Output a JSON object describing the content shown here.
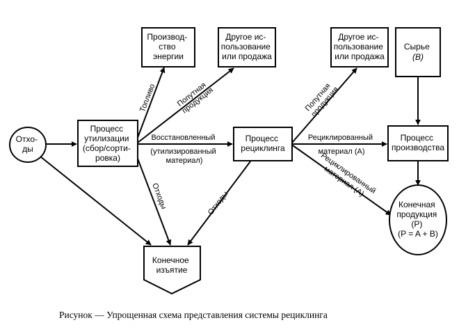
{
  "nodes": {
    "waste": [
      "Отхо-",
      "ды"
    ],
    "util": [
      "Процесс",
      "утилизации",
      "(сбор/сорти-",
      "ровка)"
    ],
    "energy": [
      "Производ-",
      "ство",
      "энергии"
    ],
    "other1": [
      "Другое ис-",
      "пользование",
      "или продажа"
    ],
    "recycle": [
      "Процесс",
      "рециклинга"
    ],
    "other2": [
      "Другое ис-",
      "пользование",
      "или продажа"
    ],
    "raw": [
      "Сырье",
      "(B)"
    ],
    "production": [
      "Процесс",
      "производства"
    ],
    "final": [
      "Конечная",
      "продукция",
      "(P)",
      "(P = A + B)"
    ],
    "disposal": [
      "Конечное",
      "изъятие"
    ]
  },
  "labels": {
    "fuel": "Топливо",
    "byproduct1": [
      "Попутная",
      "продукция"
    ],
    "recovered": [
      "Восстановленный",
      "(утилизированный",
      "материал)"
    ],
    "waste_util": "Отходы",
    "waste_recycle": "Отходы",
    "byproduct2": [
      "Попутная",
      "продукция"
    ],
    "recycled1": [
      "Рециклированный",
      "материал (A)"
    ],
    "recycled2": [
      "Рециклированный",
      "материал (A)"
    ]
  },
  "caption": "Рисунок — Упрощенная схема представления системы рециклинга"
}
